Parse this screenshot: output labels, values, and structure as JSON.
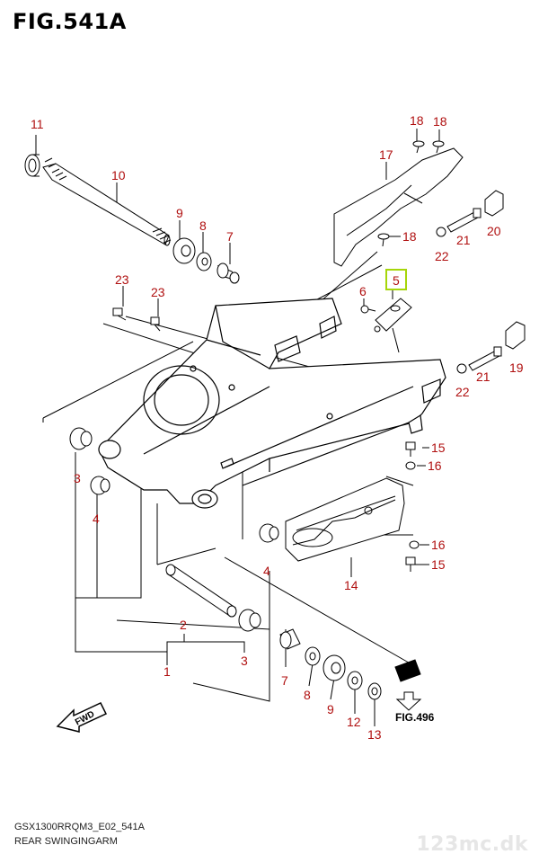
{
  "header": {
    "title": "FIG.541A"
  },
  "footer": {
    "code": "GSX1300RRQM3_E02_541A",
    "subtitle": "REAR SWINGINGARM"
  },
  "watermark": "123mc.dk",
  "fig_ref": "FIG.496",
  "fwd_label": "FWD",
  "highlight_color": "#a6d60a",
  "label_color": "#b01010",
  "callouts": [
    {
      "id": "c11",
      "text": "11"
    },
    {
      "id": "c10",
      "text": "10"
    },
    {
      "id": "c9a",
      "text": "9"
    },
    {
      "id": "c8a",
      "text": "8"
    },
    {
      "id": "c7a",
      "text": "7"
    },
    {
      "id": "c23a",
      "text": "23"
    },
    {
      "id": "c23b",
      "text": "23"
    },
    {
      "id": "c18a",
      "text": "18"
    },
    {
      "id": "c18b",
      "text": "18"
    },
    {
      "id": "c17",
      "text": "17"
    },
    {
      "id": "c18c",
      "text": "18"
    },
    {
      "id": "c21a",
      "text": "21"
    },
    {
      "id": "c20",
      "text": "20"
    },
    {
      "id": "c22a",
      "text": "22"
    },
    {
      "id": "c5",
      "text": "5"
    },
    {
      "id": "c6",
      "text": "6"
    },
    {
      "id": "c19",
      "text": "19"
    },
    {
      "id": "c21b",
      "text": "21"
    },
    {
      "id": "c22b",
      "text": "22"
    },
    {
      "id": "c15a",
      "text": "15"
    },
    {
      "id": "c16a",
      "text": "16"
    },
    {
      "id": "c3a",
      "text": "3"
    },
    {
      "id": "c4a",
      "text": "4"
    },
    {
      "id": "c4b",
      "text": "4"
    },
    {
      "id": "c16b",
      "text": "16"
    },
    {
      "id": "c15b",
      "text": "15"
    },
    {
      "id": "c14",
      "text": "14"
    },
    {
      "id": "c2",
      "text": "2"
    },
    {
      "id": "c1",
      "text": "1"
    },
    {
      "id": "c3b",
      "text": "3"
    },
    {
      "id": "c7b",
      "text": "7"
    },
    {
      "id": "c8b",
      "text": "8"
    },
    {
      "id": "c9b",
      "text": "9"
    },
    {
      "id": "c12",
      "text": "12"
    },
    {
      "id": "c13",
      "text": "13"
    }
  ]
}
